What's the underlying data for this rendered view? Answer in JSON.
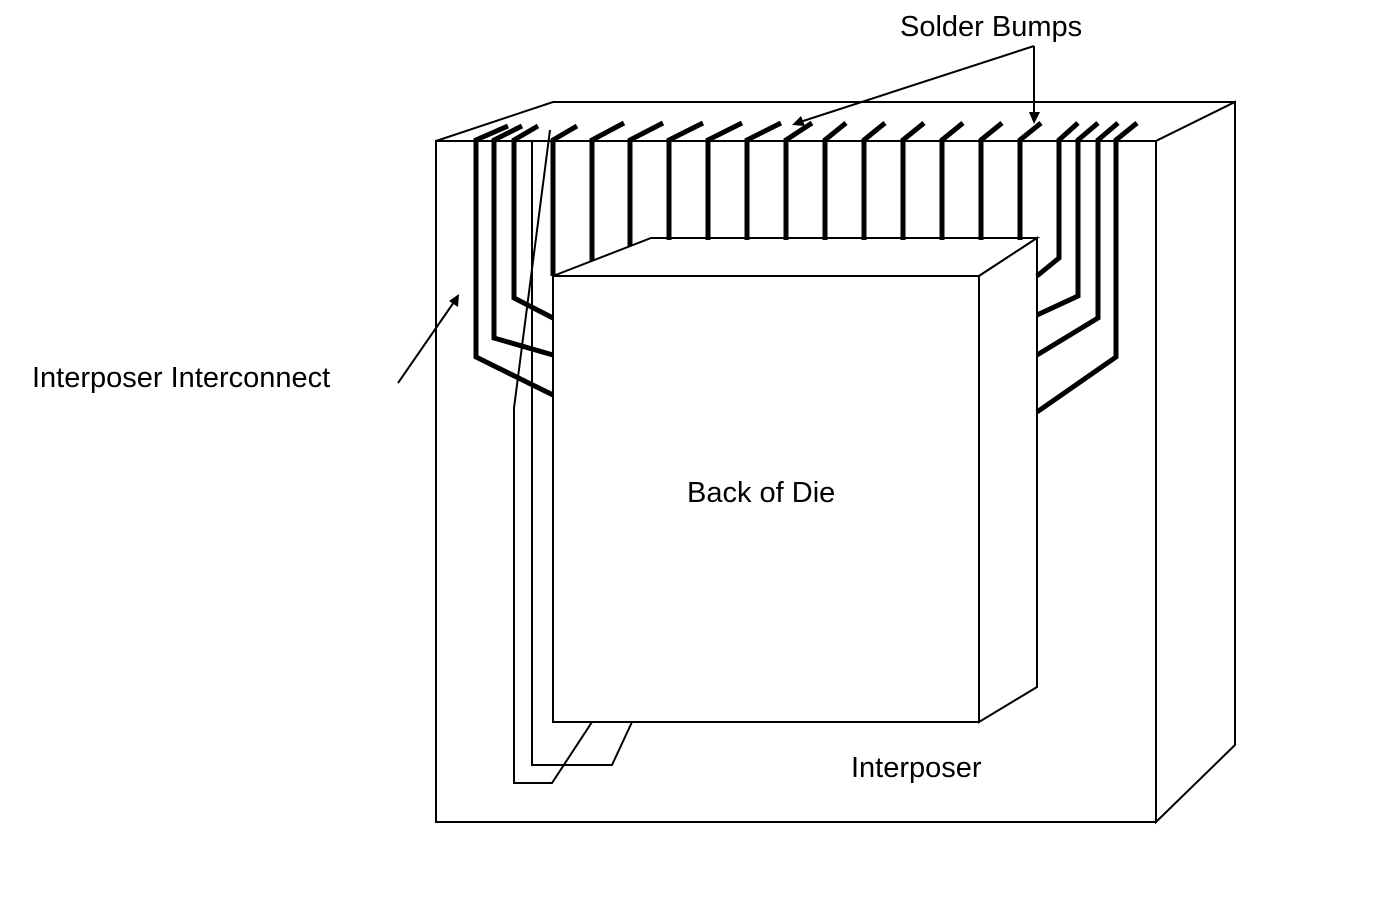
{
  "labels": {
    "solder_bumps": "Solder Bumps",
    "interposer_interconnect": "Interposer Interconnect",
    "back_of_die": "Back of Die",
    "interposer": "Interposer"
  },
  "colors": {
    "stroke": "#000000",
    "background": "#ffffff"
  }
}
